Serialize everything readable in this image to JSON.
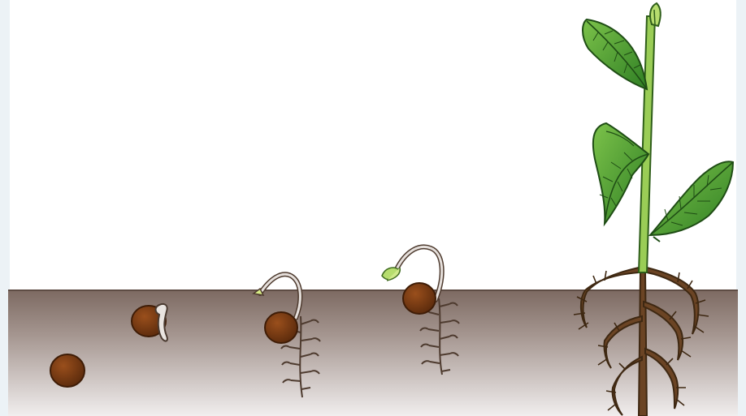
{
  "diagram": {
    "stages": [
      {
        "id": "seed",
        "label": ""
      },
      {
        "id": "radicle-emerges",
        "label": ""
      },
      {
        "id": "hypocotyl-hook",
        "label": ""
      },
      {
        "id": "hook-with-leaves",
        "label": ""
      },
      {
        "id": "mature-plant",
        "label": ""
      }
    ]
  },
  "colors": {
    "sky": "#ffffff",
    "soil_top": "#7d6a62",
    "soil_bottom": "#f1eeee",
    "seed": "#7a3a12",
    "seed_dark": "#4a2108",
    "root": "#5c4536",
    "stem": "#9acd56",
    "leaf": "#3f9b2c",
    "leaf_light": "#7cc24a",
    "sprout_leaf": "#b6dd6e",
    "mature_root": "#5a3a1c",
    "edge_tint": "#cfe3ee"
  }
}
